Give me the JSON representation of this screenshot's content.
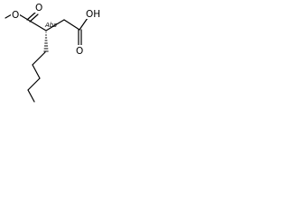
{
  "molecule": {
    "atoms": {
      "methoxy_oxygen": "O",
      "ester_carbonyl_oxygen": "O",
      "acid_carbonyl_oxygen": "O",
      "hydroxyl": "OH"
    },
    "stereo_label": "Abs"
  }
}
